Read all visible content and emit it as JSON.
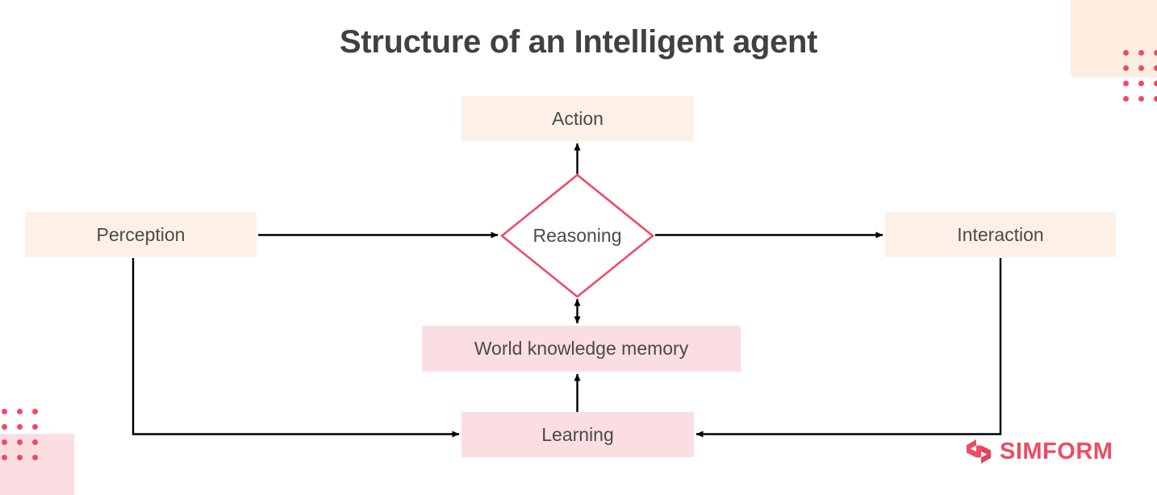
{
  "page": {
    "title": "Structure of an Intelligent agent",
    "background": "#ffffff"
  },
  "colors": {
    "cream": "#fdf1e7",
    "pink": "#fbdee2",
    "accent_red": "#ef4b63",
    "text_dark": "#414042",
    "text_node": "#4a4a4a",
    "connector": "#000000"
  },
  "diagram": {
    "type": "flowchart",
    "nodes": [
      {
        "id": "action",
        "label": "Action",
        "shape": "rectangle",
        "fill": "cream"
      },
      {
        "id": "perception",
        "label": "Perception",
        "shape": "rectangle",
        "fill": "cream"
      },
      {
        "id": "reasoning",
        "label": "Reasoning",
        "shape": "diamond",
        "fill": "none",
        "stroke": "#ef4b63"
      },
      {
        "id": "interaction",
        "label": "Interaction",
        "shape": "rectangle",
        "fill": "cream"
      },
      {
        "id": "memory",
        "label": "World knowledge memory",
        "shape": "rectangle",
        "fill": "pink"
      },
      {
        "id": "learning",
        "label": "Learning",
        "shape": "rectangle",
        "fill": "pink"
      }
    ],
    "edges": [
      {
        "from": "perception",
        "to": "reasoning",
        "direction": "one-way"
      },
      {
        "from": "reasoning",
        "to": "action",
        "direction": "one-way"
      },
      {
        "from": "reasoning",
        "to": "interaction",
        "direction": "one-way"
      },
      {
        "from": "reasoning",
        "to": "memory",
        "direction": "two-way"
      },
      {
        "from": "learning",
        "to": "memory",
        "direction": "one-way"
      },
      {
        "from": "perception",
        "to": "learning",
        "direction": "one-way"
      },
      {
        "from": "interaction",
        "to": "learning",
        "direction": "one-way"
      }
    ]
  },
  "branding": {
    "logo_mark": "simform-mark-icon",
    "wordmark": "SIMFORM"
  },
  "decorations": {
    "top_right_square": "cream-square",
    "top_right_dots": "dot-grid",
    "bottom_left_square": "pink-square",
    "bottom_left_dots": "dot-grid",
    "dot_rows": 4,
    "dot_cols": 3
  }
}
